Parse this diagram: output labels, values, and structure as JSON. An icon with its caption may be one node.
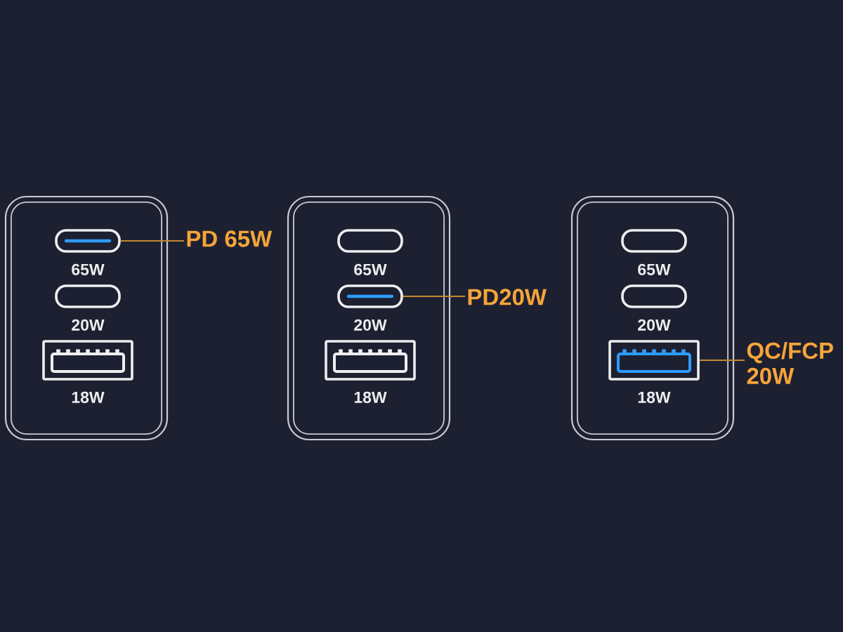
{
  "diagram": {
    "nodes": [
      {
        "text": [],
        "shape": "box"
      },
      {
        "text": [],
        "shape": "capsule",
        "in": 0,
        "beside": [
          "65W"
        ]
      },
      {
        "text": [],
        "shape": "capsule",
        "in": 0,
        "beside": [
          "20W"
        ]
      },
      {
        "text": [],
        "shape": "box",
        "in": 0,
        "beside": [
          "18W"
        ]
      },
      {
        "text": [
          "PD 65W"
        ]
      },
      {
        "text": [],
        "shape": "box"
      },
      {
        "text": [],
        "shape": "capsule",
        "in": 5,
        "beside": [
          "65W"
        ]
      },
      {
        "text": [],
        "shape": "capsule",
        "in": 5,
        "beside": [
          "20W"
        ]
      },
      {
        "text": [],
        "shape": "box",
        "in": 5,
        "beside": [
          "18W"
        ]
      },
      {
        "text": [
          "PD20W"
        ]
      },
      {
        "text": [],
        "shape": "box"
      },
      {
        "text": [],
        "shape": "capsule",
        "in": 10,
        "beside": [
          "65W"
        ]
      },
      {
        "text": [],
        "shape": "capsule",
        "in": 10,
        "beside": [
          "20W"
        ]
      },
      {
        "text": [],
        "shape": "box",
        "in": 10,
        "beside": [
          "18W"
        ]
      },
      {
        "text": [
          "QC/FCP 20W"
        ]
      }
    ],
    "edges": [
      {
        "from": 4,
        "to": 1,
        "arrow": "none"
      },
      {
        "from": 9,
        "to": 7,
        "arrow": "none"
      },
      {
        "from": 14,
        "to": 13,
        "arrow": "none"
      }
    ]
  }
}
